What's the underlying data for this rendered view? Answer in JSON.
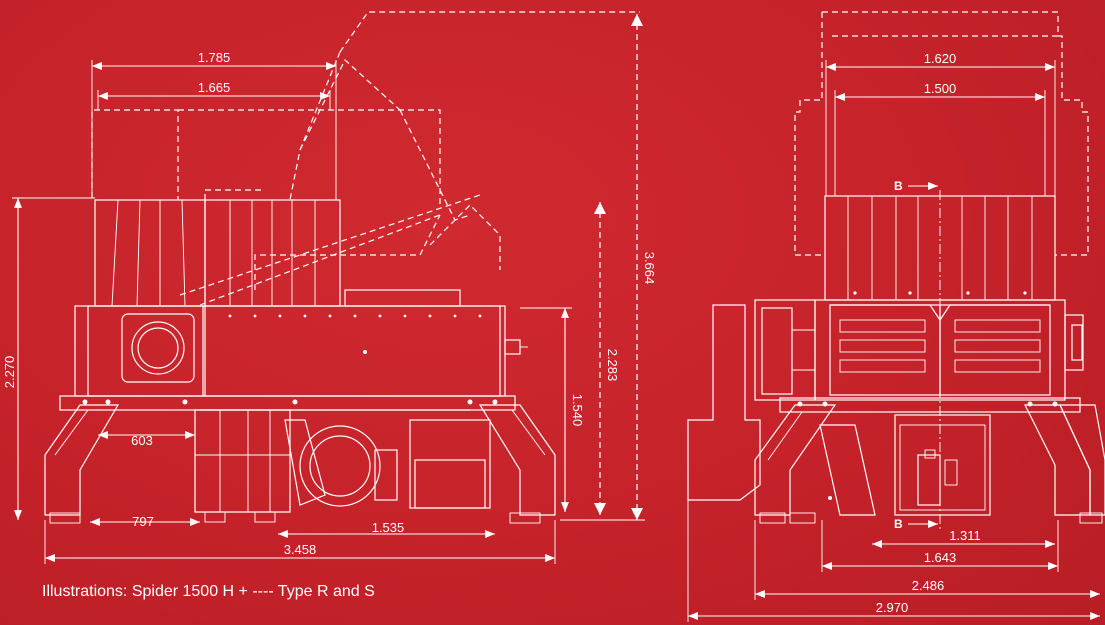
{
  "caption": "Illustrations: Spider 1500 H + ---- Type R and S",
  "dimensions": {
    "d1785": "1.785",
    "d1665": "1.665",
    "d2270": "2.270",
    "d603": "603",
    "d797": "797",
    "d3458": "3.458",
    "d1535": "1.535",
    "d1540": "1.540",
    "d2283": "2.283",
    "d3664": "3.664",
    "d1620": "1.620",
    "d1500": "1.500",
    "d1311": "1.311",
    "d1643": "1.643",
    "d2486": "2.486",
    "d2970": "2.970"
  },
  "section_marker": "B",
  "colors": {
    "background": "#c9232a",
    "lines": "#ffffff"
  }
}
